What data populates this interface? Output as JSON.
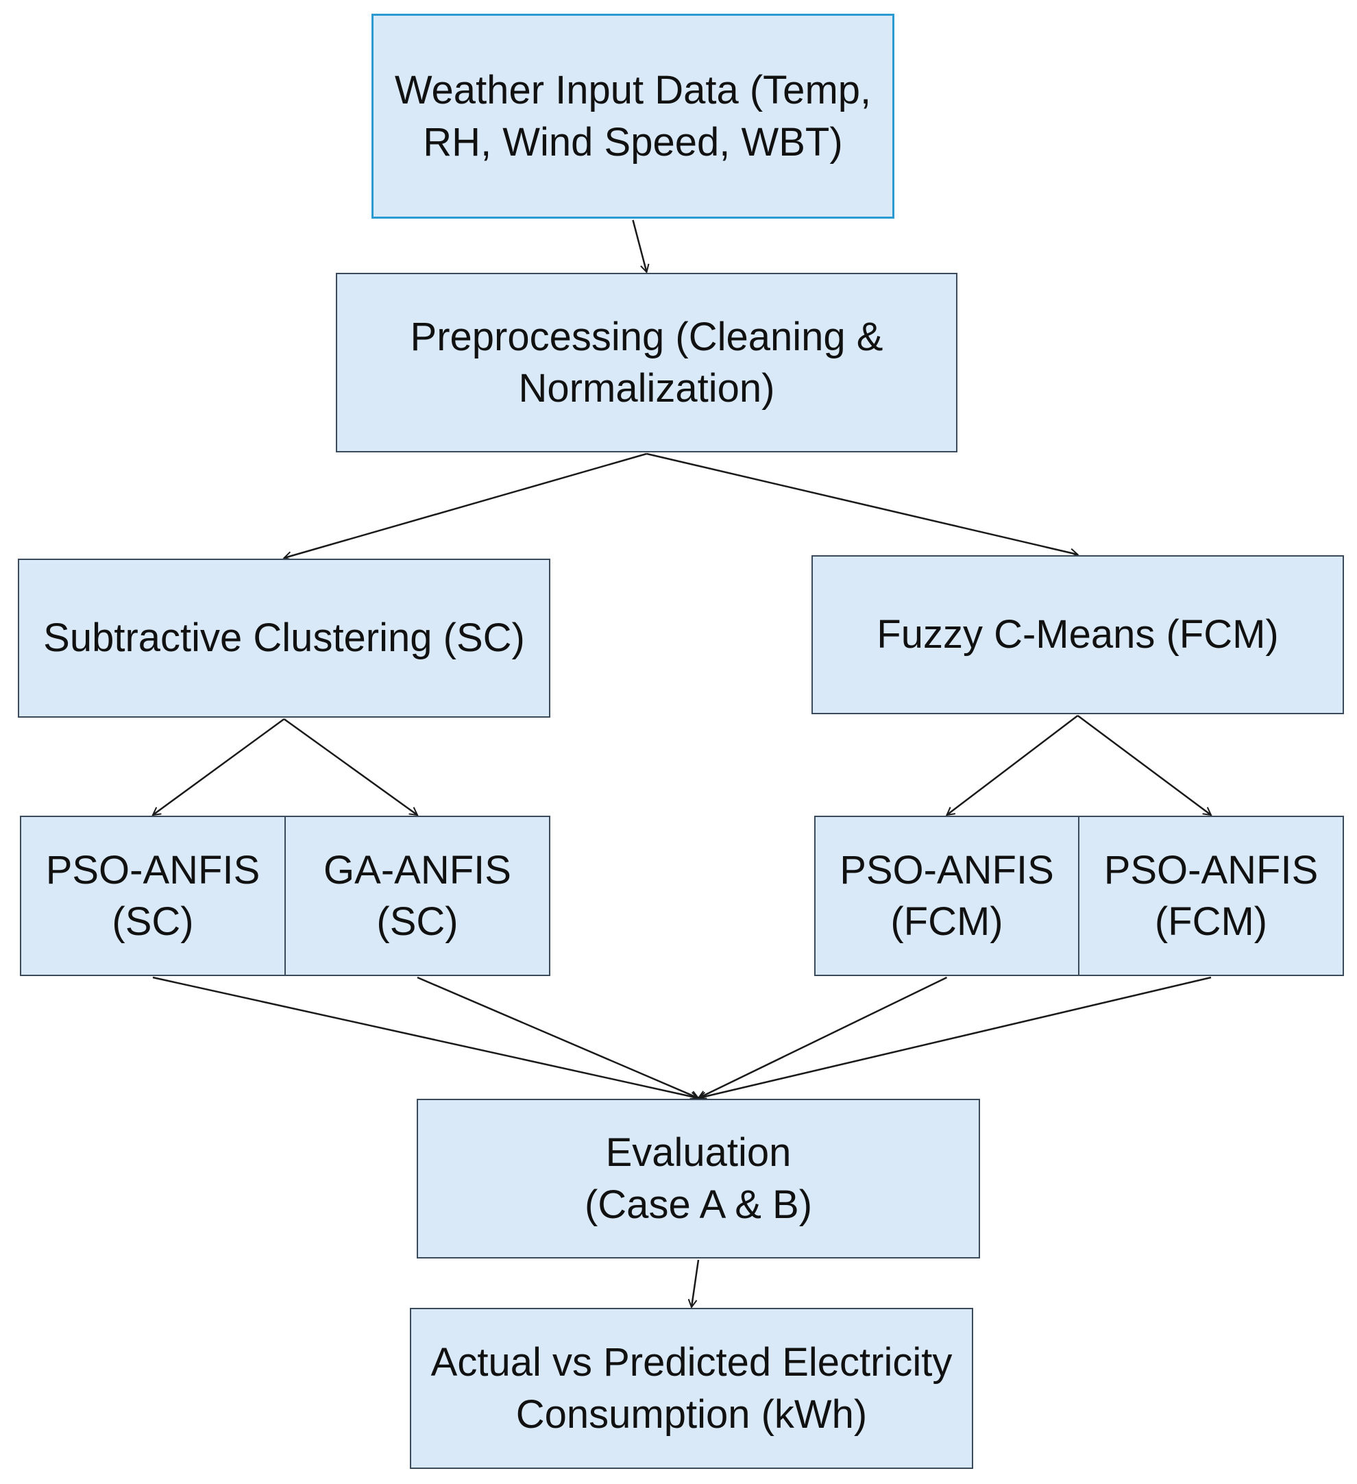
{
  "diagram": {
    "nodes": {
      "input": "Weather  Input Data (Temp,\nRH, Wind Speed, WBT)",
      "preprocessing": "Preprocessing (Cleaning &\nNormalization)",
      "sc": "Subtractive Clustering (SC)",
      "fcm": "Fuzzy C-Means (FCM)",
      "pso_sc": "PSO-ANFIS\n(SC)",
      "ga_sc": "GA-ANFIS\n(SC)",
      "pso_fcm_1": "PSO-ANFIS\n(FCM)",
      "pso_fcm_2": "PSO-ANFIS\n(FCM)",
      "evaluation": "Evaluation\n(Case A & B)",
      "output": "Actual vs Predicted Electricity\nConsumption (kWh)"
    },
    "edges": [
      {
        "from": "input",
        "to": "preprocessing"
      },
      {
        "from": "preprocessing",
        "to": "sc"
      },
      {
        "from": "preprocessing",
        "to": "fcm"
      },
      {
        "from": "sc",
        "to": "pso_sc"
      },
      {
        "from": "sc",
        "to": "ga_sc"
      },
      {
        "from": "fcm",
        "to": "pso_fcm_1"
      },
      {
        "from": "fcm",
        "to": "pso_fcm_2"
      },
      {
        "from": "pso_sc",
        "to": "evaluation"
      },
      {
        "from": "ga_sc",
        "to": "evaluation"
      },
      {
        "from": "pso_fcm_1",
        "to": "evaluation"
      },
      {
        "from": "pso_fcm_2",
        "to": "evaluation"
      },
      {
        "from": "evaluation",
        "to": "output"
      }
    ],
    "colors": {
      "node_fill": "#d9e9f7",
      "node_border": "#3a4a5a",
      "input_border": "#2a9ad0",
      "arrow": "#1a1a1a"
    }
  }
}
